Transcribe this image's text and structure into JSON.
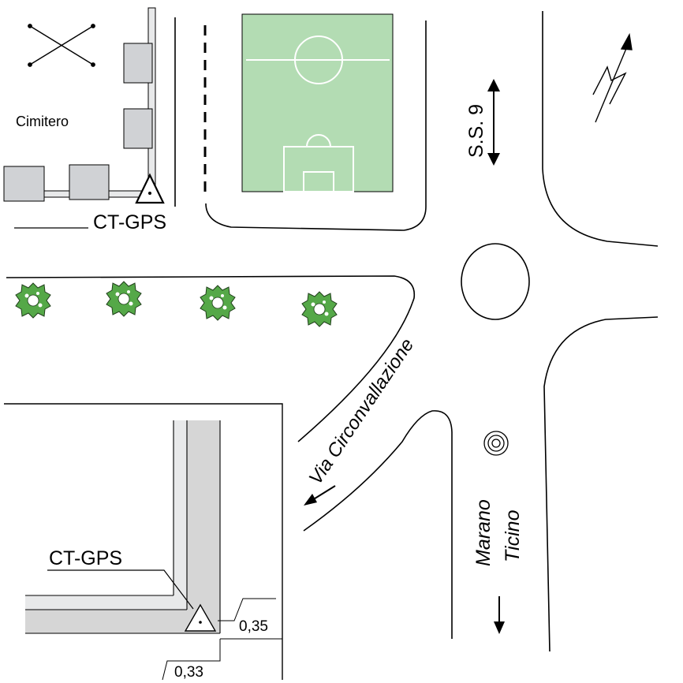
{
  "labels": {
    "cemetery": "Cimitero",
    "station_main": "CT-GPS",
    "road_ss9": "S.S. 9",
    "street_name": "Via Circonvallazione",
    "town_line1": "Marano",
    "town_line2": "Ticino",
    "station_detail": "CT-GPS",
    "offset_1": "0,35",
    "offset_2": "0,33"
  },
  "colors": {
    "field": "#b3dcb3",
    "building": "#d0d2d5",
    "wall_light": "#e8e9ea",
    "wall_dark": "#d6d6d6",
    "tree": "#55a848"
  },
  "icons": [
    "benchmark-triangle-icon",
    "well-symbol-icon",
    "north-arrow-icon",
    "cross-symbol-icon",
    "tree-icon"
  ]
}
